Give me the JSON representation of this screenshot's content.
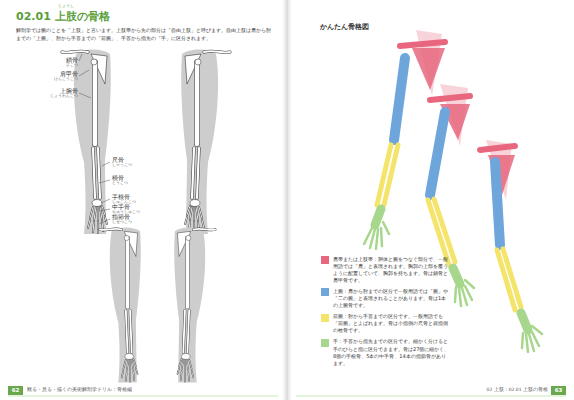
{
  "diagram": {
    "title": "02.01 上肢の骨格",
    "labels": [
      "じょうし",
      "解剖学では腕のことを「上肢」と言います。上肢帯から先の部分は「自由上肢」と呼びます。自由上肢は肩から肘までの「上腕」、肘から手首までの「前腕」、手首から指先の「手」に区分されます。",
      "鎖骨",
      "さこつ",
      "肩甲骨",
      "けんこうこつ",
      "上腕骨",
      "じょうわんこつ",
      "尺骨",
      "しゃっこつ",
      "橈骨",
      "とうこつ",
      "手根骨",
      "しゅこんこつ",
      "中手骨",
      "ちゅうしゅこつ",
      "指節骨",
      "しせつこつ",
      "62",
      "観る・見る・描くの美術解剖学ドリル：骨格編",
      "かんたん骨格図",
      "02 上肢：02.01 上肢の骨格",
      "63"
    ],
    "legend": [
      {
        "text": "肩帯または上肢帯：胴体と腕をつなぐ部分で、一般用語では「肩」と表現されます。胸郭の上部を覆うように配置していて、胸郭を持ちます。骨は鎖骨と肩甲骨です。",
        "color": "#e8677e"
      },
      {
        "text": "上腕：肩から肘までの区分で一般用語では「腕」や「二の腕」と表現されることがあります。骨は1本の上腕骨です。",
        "color": "#6ea6dc"
      },
      {
        "text": "前腕：肘から手首までの区分です。一般用語でも「前腕」とよばれます。骨は小指側の尺骨と親指側の橈骨です。",
        "color": "#f5e46b"
      },
      {
        "text": "手：手首から指先までの区分です。細かく分けると手のひらと指に区分できます。骨は27個に細かく、8個の手根骨、5本の中手骨、14本の指節骨があります。",
        "color": "#a6d78c"
      }
    ]
  }
}
